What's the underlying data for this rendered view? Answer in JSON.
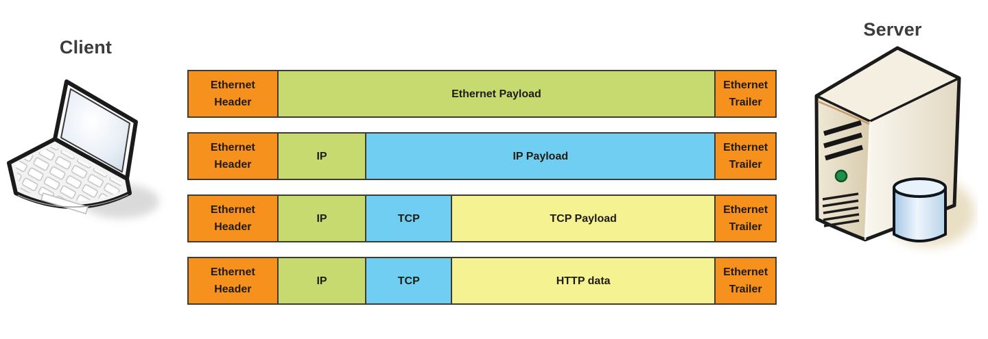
{
  "client": {
    "label": "Client"
  },
  "server": {
    "label": "Server"
  },
  "colors": {
    "orange": "#F6911E",
    "green": "#C7DA6F",
    "blue": "#6FCEF2",
    "yellow": "#F5F292",
    "segment_border": "#3F3B33",
    "segment_text": "#201B10",
    "endpoint_label_text": "#3C3C3C"
  },
  "rows": [
    {
      "name": "ethernet-frame-row",
      "segments": [
        {
          "label": "Ethernet Header",
          "lines": [
            "Ethernet",
            "Header"
          ],
          "color_key": "orange",
          "width_pct": 15.25
        },
        {
          "label": "Ethernet Payload",
          "lines": [
            "Ethernet Payload"
          ],
          "color_key": "green",
          "width_pct": 74.39
        },
        {
          "label": "Ethernet Trailer",
          "lines": [
            "Ethernet",
            "Trailer"
          ],
          "color_key": "orange",
          "width_pct": 10.36
        }
      ]
    },
    {
      "name": "ip-packet-row",
      "segments": [
        {
          "label": "Ethernet Header",
          "lines": [
            "Ethernet",
            "Header"
          ],
          "color_key": "orange",
          "width_pct": 15.25
        },
        {
          "label": "IP",
          "lines": [
            "IP"
          ],
          "color_key": "green",
          "width_pct": 15.02
        },
        {
          "label": "IP Payload",
          "lines": [
            "IP Payload"
          ],
          "color_key": "blue",
          "width_pct": 59.37
        },
        {
          "label": "Ethernet Trailer",
          "lines": [
            "Ethernet",
            "Trailer"
          ],
          "color_key": "orange",
          "width_pct": 10.36
        }
      ]
    },
    {
      "name": "tcp-segment-row",
      "segments": [
        {
          "label": "Ethernet Header",
          "lines": [
            "Ethernet",
            "Header"
          ],
          "color_key": "orange",
          "width_pct": 15.25
        },
        {
          "label": "IP",
          "lines": [
            "IP"
          ],
          "color_key": "green",
          "width_pct": 15.02
        },
        {
          "label": "TCP",
          "lines": [
            "TCP"
          ],
          "color_key": "blue",
          "width_pct": 14.55
        },
        {
          "label": "TCP Payload",
          "lines": [
            "TCP Payload"
          ],
          "color_key": "yellow",
          "width_pct": 44.82
        },
        {
          "label": "Ethernet Trailer",
          "lines": [
            "Ethernet",
            "Trailer"
          ],
          "color_key": "orange",
          "width_pct": 10.36
        }
      ]
    },
    {
      "name": "http-data-row",
      "segments": [
        {
          "label": "Ethernet Header",
          "lines": [
            "Ethernet",
            "Header"
          ],
          "color_key": "orange",
          "width_pct": 15.25
        },
        {
          "label": "IP",
          "lines": [
            "IP"
          ],
          "color_key": "green",
          "width_pct": 15.02
        },
        {
          "label": "TCP",
          "lines": [
            "TCP"
          ],
          "color_key": "blue",
          "width_pct": 14.55
        },
        {
          "label": "HTTP data",
          "lines": [
            "HTTP data"
          ],
          "color_key": "yellow",
          "width_pct": 44.82
        },
        {
          "label": "Ethernet Trailer",
          "lines": [
            "Ethernet",
            "Trailer"
          ],
          "color_key": "orange",
          "width_pct": 10.36
        }
      ]
    }
  ]
}
